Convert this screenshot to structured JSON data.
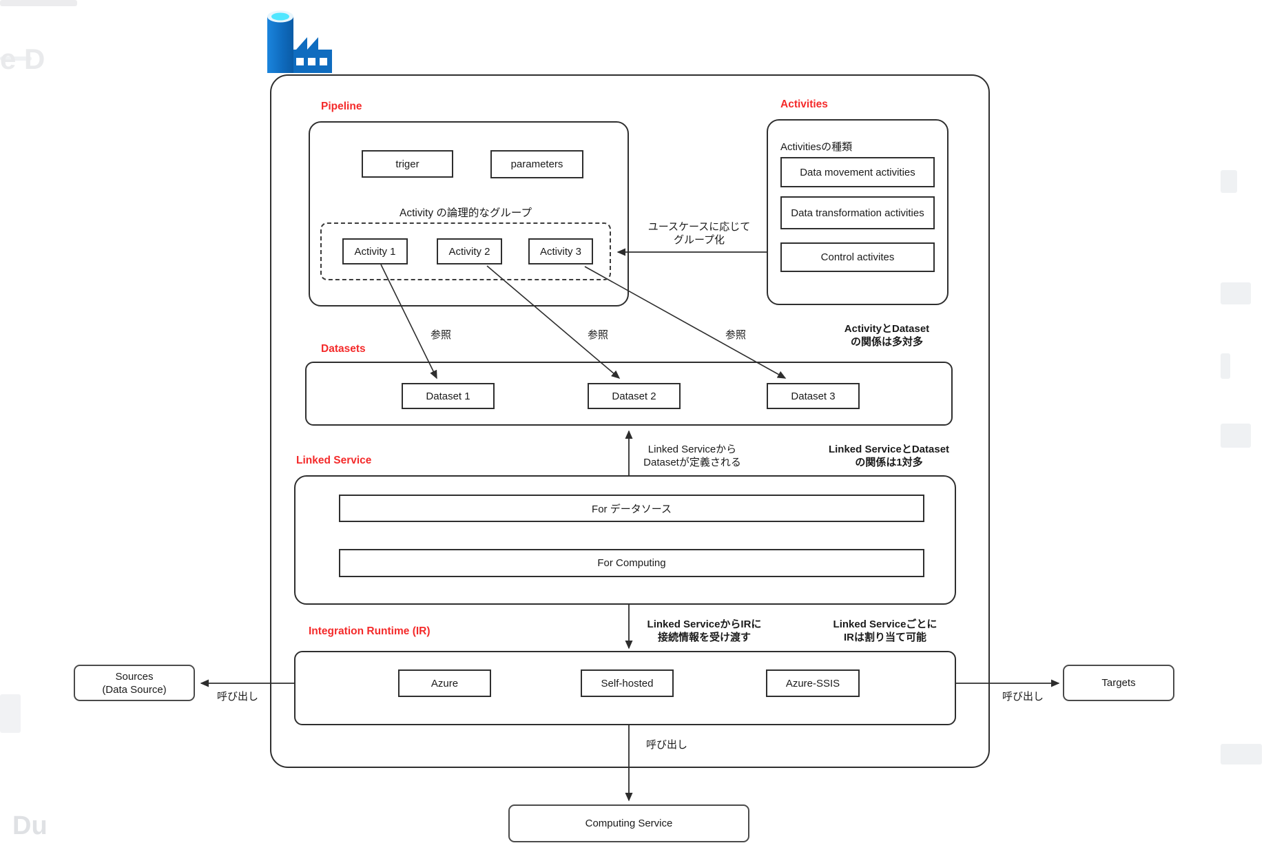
{
  "colors": {
    "accent_red": "#f42a2a",
    "line": "#2d2d2d",
    "icon_blue": "#0f6cbf",
    "icon_cyan": "#50e6ff"
  },
  "icon": {
    "name": "azure-data-factory"
  },
  "pipeline": {
    "label": "Pipeline",
    "trigger": "triger",
    "parameters": "parameters",
    "group_label": "Activity の論理的なグループ",
    "activities": [
      "Activity 1",
      "Activity 2",
      "Activity 3"
    ]
  },
  "activities": {
    "label": "Activities",
    "subtitle": "Activitiesの種類",
    "types": [
      "Data movement activities",
      "Data transformation activities",
      "Control activites"
    ]
  },
  "datasets": {
    "label": "Datasets",
    "items": [
      "Dataset 1",
      "Dataset 2",
      "Dataset 3"
    ]
  },
  "linked_service": {
    "label": "Linked Service",
    "items": [
      "For データソース",
      "For Computing"
    ]
  },
  "integration_runtime": {
    "label": "Integration Runtime (IR)",
    "items": [
      "Azure",
      "Self-hosted",
      "Azure-SSIS"
    ]
  },
  "external": {
    "sources_line1": "Sources",
    "sources_line2": "(Data Source)",
    "targets": "Targets",
    "computing": "Computing Service"
  },
  "annotations": {
    "grouping_line1": "ユースケースに応じて",
    "grouping_line2": "グループ化",
    "reference": "参照",
    "activity_dataset_line1": "ActivityとDataset",
    "activity_dataset_line2": "の関係は多対多",
    "ls_dataset_def_line1": "Linked Serviceから",
    "ls_dataset_def_line2": "Datasetが定義される",
    "ls_dataset_rel_line1": "Linked ServiceとDataset",
    "ls_dataset_rel_line2": "の関係は1対多",
    "ls_ir_pass_line1": "Linked ServiceからIRに",
    "ls_ir_pass_line2": "接続情報を受け渡す",
    "ls_ir_assign_line1": "Linked Serviceごとに",
    "ls_ir_assign_line2": "IRは割り当て可能",
    "call": "呼び出し"
  },
  "background": {
    "fragment_top_left": "e D",
    "fragment_bottom_left": "Du"
  }
}
